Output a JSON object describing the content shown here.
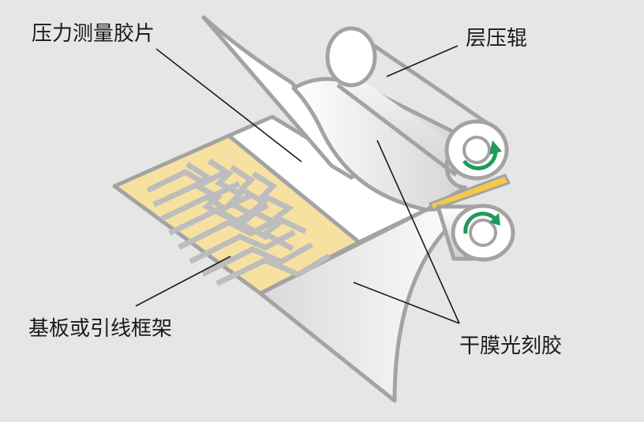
{
  "labels": {
    "pressure_film": "压力测量胶片",
    "laminating_roller": "层压辊",
    "substrate": "基板或引线框架",
    "dry_film": "干膜光刻胶"
  },
  "colors": {
    "background": "#e6e6e6",
    "outline": "#a3a3a3",
    "substrate_fill": "#f7e1a0",
    "trace": "#bdbdbd",
    "film": "#ffffff",
    "yellow_strip": "#f5c84a",
    "rotation_arrow": "#1f9a5a"
  }
}
